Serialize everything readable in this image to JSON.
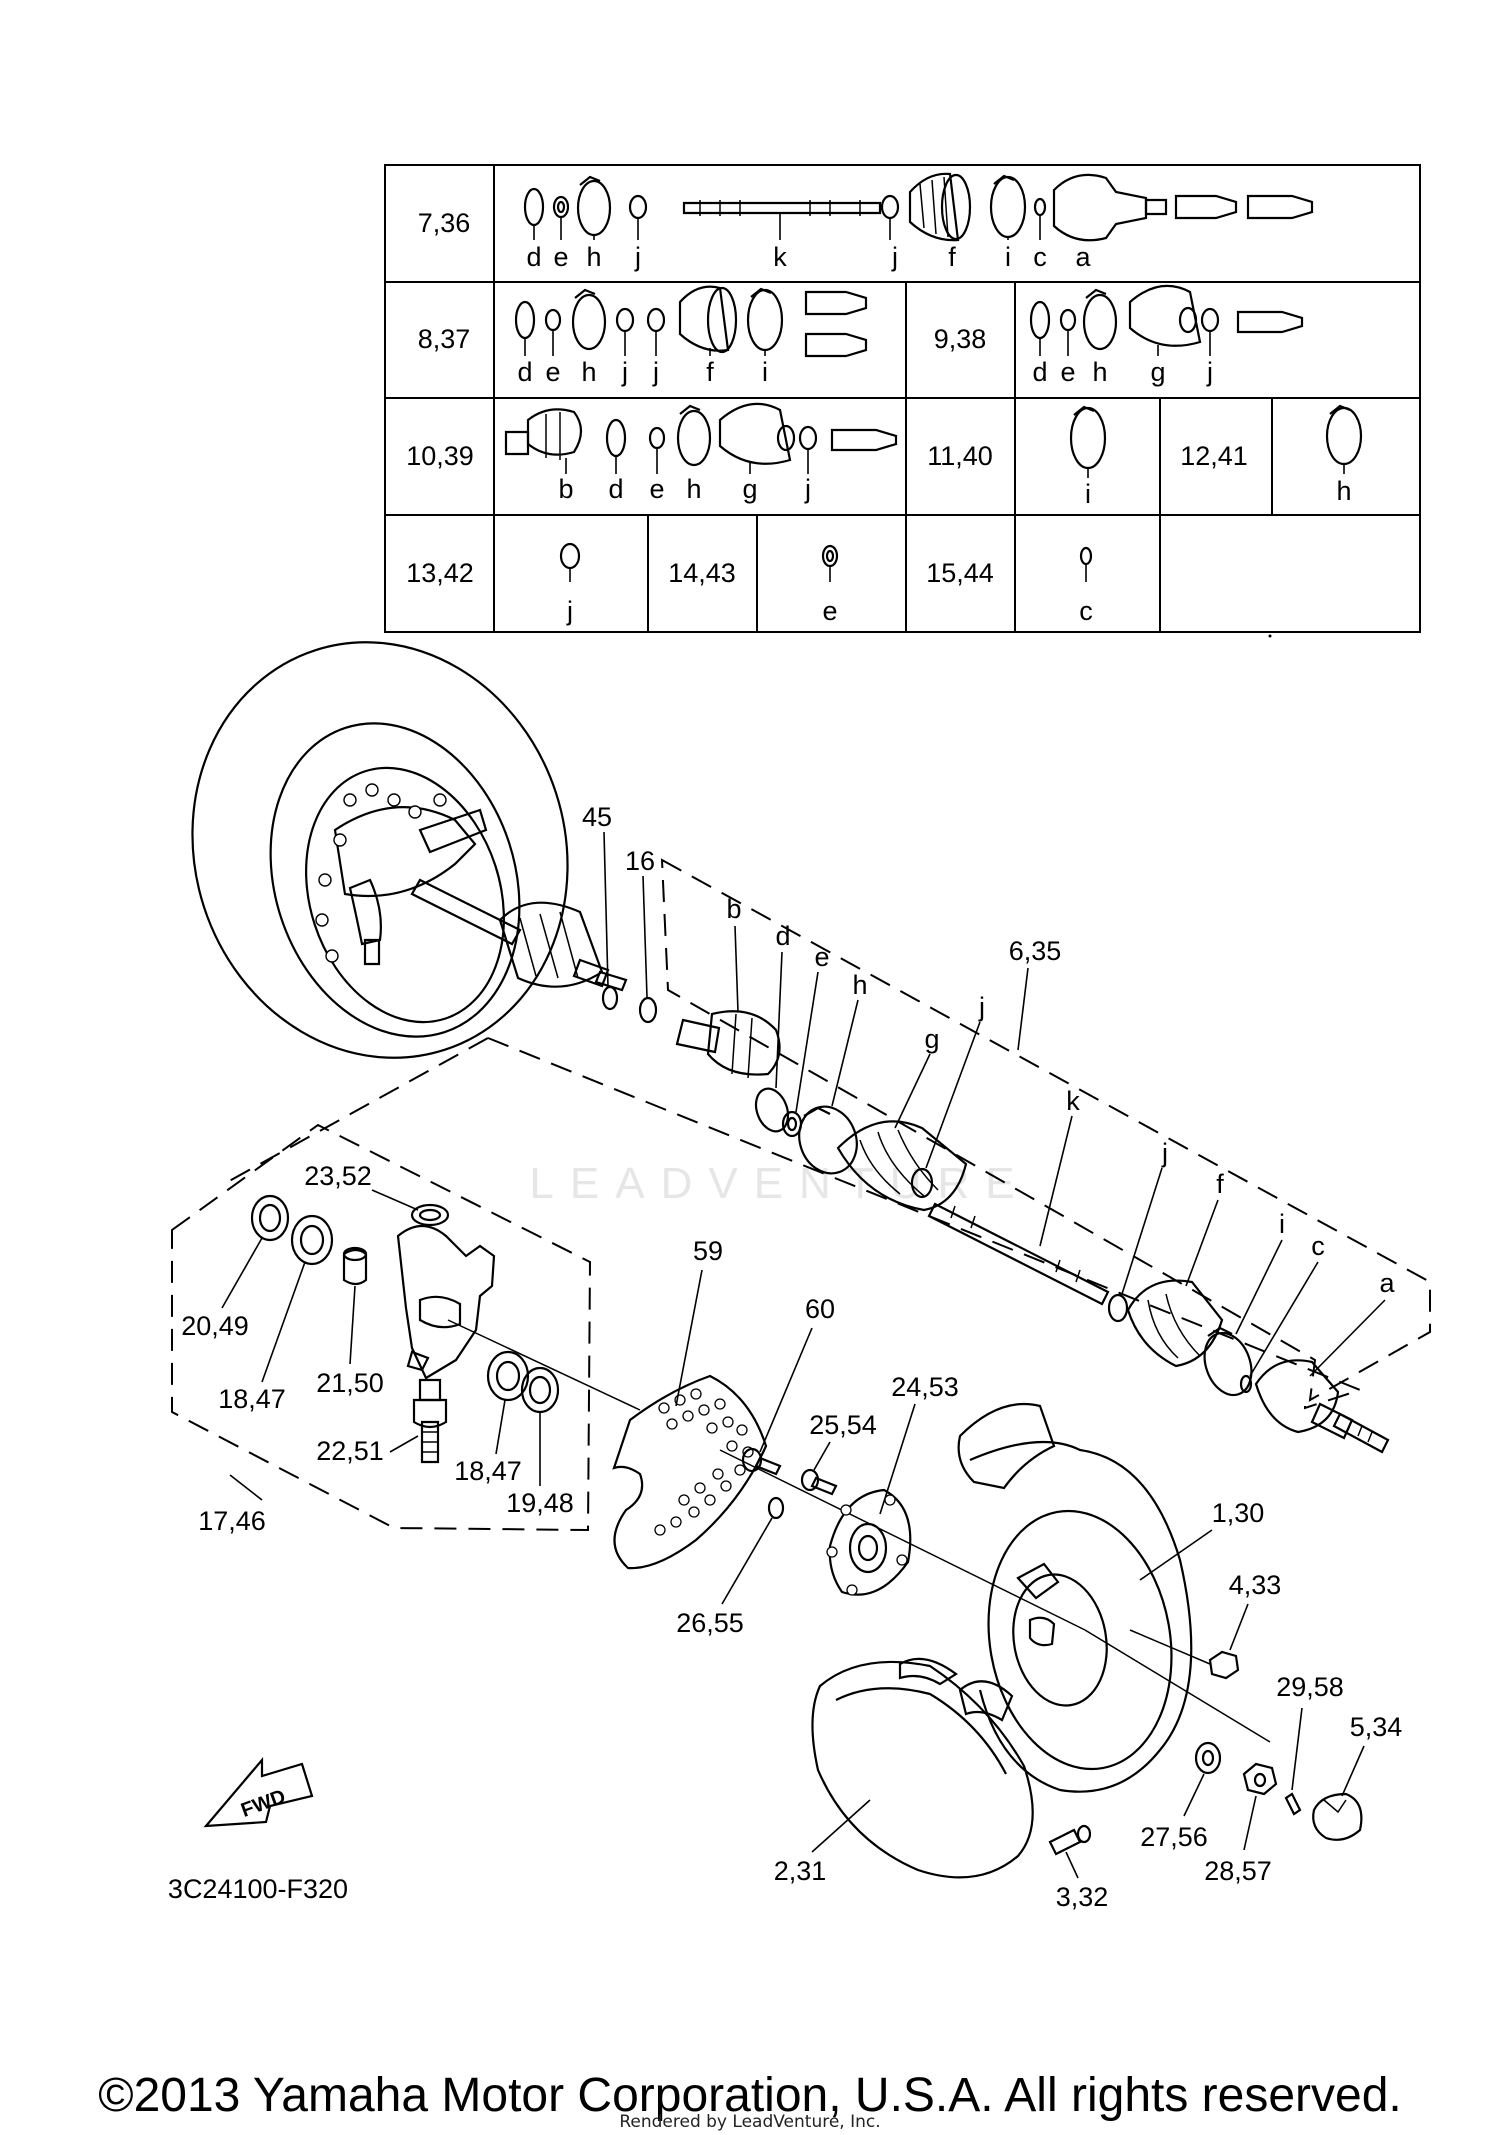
{
  "diagram_code": "3C24100-F320",
  "fwd_label": "FWD",
  "watermark": "LEADVENTURE",
  "copyright": "©2013 Yamaha Motor Corporation, U.S.A. All rights reserved.",
  "rendered_by": "Rendered by LeadVenture, Inc.",
  "table": {
    "rows": [
      {
        "cells": [
          {
            "label": "7,36",
            "letters": [
              "d",
              "e",
              "h",
              "j",
              "k",
              "j",
              "f",
              "i",
              "c",
              "a"
            ]
          }
        ]
      },
      {
        "cells": [
          {
            "label": "8,37",
            "letters": [
              "d",
              "e",
              "h",
              "j",
              "j",
              "f",
              "i"
            ]
          },
          {
            "label": "9,38",
            "letters": [
              "d",
              "e",
              "h",
              "g",
              "j"
            ]
          }
        ]
      },
      {
        "cells": [
          {
            "label": "10,39",
            "letters": [
              "b",
              "d",
              "e",
              "h",
              "g",
              "j"
            ]
          },
          {
            "label": "11,40",
            "letters": [
              "i"
            ]
          },
          {
            "label": "12,41",
            "letters": [
              "h"
            ]
          }
        ]
      },
      {
        "cells": [
          {
            "label": "13,42",
            "letters": [
              "j"
            ]
          },
          {
            "label": "14,43",
            "letters": [
              "e"
            ]
          },
          {
            "label": "15,44",
            "letters": [
              "c"
            ]
          }
        ]
      }
    ]
  },
  "callouts": {
    "c45": "45",
    "c16": "16",
    "c635": "6,35",
    "lb": "b",
    "ld": "d",
    "le": "e",
    "lh": "h",
    "lg": "g",
    "lj1": "j",
    "lk": "k",
    "lj2": "j",
    "lf": "f",
    "li": "i",
    "lc": "c",
    "la": "a",
    "c2352": "23,52",
    "c2049": "20,49",
    "c1847a": "18,47",
    "c2150": "21,50",
    "c2251": "22,51",
    "c1847b": "18,47",
    "c1948": "19,48",
    "c1746": "17,46",
    "c59": "59",
    "c60": "60",
    "c2453": "24,53",
    "c2554": "25,54",
    "c2655": "26,55",
    "c130": "1,30",
    "c433": "4,33",
    "c2958": "29,58",
    "c534": "5,34",
    "c2756": "27,56",
    "c2857": "28,57",
    "c231": "2,31",
    "c332": "3,32"
  }
}
